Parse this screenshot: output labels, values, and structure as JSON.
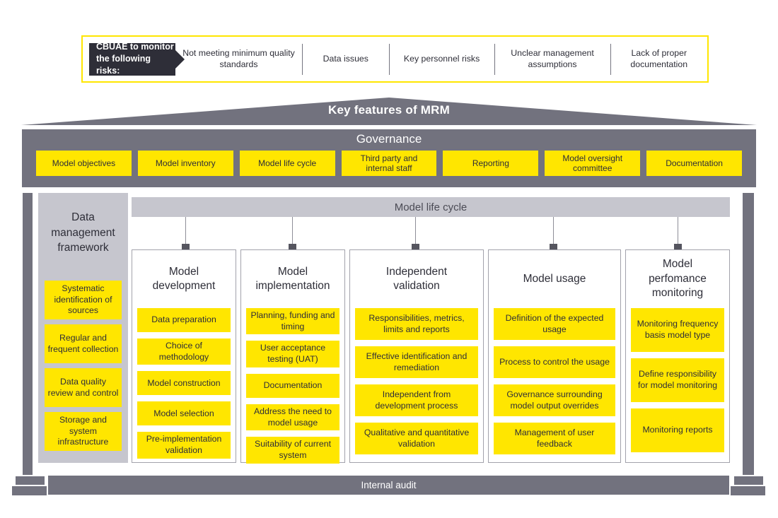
{
  "banner": {
    "label_line1": "CBUAE to monitor",
    "label_line2": "the following risks:",
    "risks": [
      "Not meeting minimum quality standards",
      "Data issues",
      "Key personnel risks",
      "Unclear management assumptions",
      "Lack of proper documentation"
    ]
  },
  "roof": {
    "title": "Key features of MRM"
  },
  "governance": {
    "title": "Governance",
    "items": [
      "Model objectives",
      "Model inventory",
      "Model life cycle",
      "Third party and internal staff",
      "Reporting",
      "Model oversight committee",
      "Documentation"
    ]
  },
  "data_management": {
    "title": "Data management framework",
    "items": [
      "Systematic identification of sources",
      "Regular and frequent collection",
      "Data quality review and control",
      "Storage and system infrastructure"
    ]
  },
  "lifecycle": {
    "title": "Model life cycle",
    "columns": [
      {
        "title": "Model development",
        "items": [
          "Data preparation",
          "Choice of methodology",
          "Model construction",
          "Model selection",
          "Pre-implementation validation"
        ]
      },
      {
        "title": "Model implementation",
        "items": [
          "Planning, funding and timing",
          "User acceptance testing (UAT)",
          "Documentation",
          "Address the need to model usage",
          "Suitability of current system"
        ]
      },
      {
        "title": "Independent validation",
        "items": [
          "Responsibilities, metrics, limits and reports",
          "Effective identification and remediation",
          "Independent from development process",
          "Qualitative and quantitative validation"
        ]
      },
      {
        "title": "Model usage",
        "items": [
          "Definition of the expected usage",
          "Process to control the usage",
          "Governance surrounding model output overrides",
          "Management of user feedback"
        ]
      },
      {
        "title": "Model perfomance monitoring",
        "items": [
          "Monitoring frequency basis model type",
          "Define responsibility for model monitoring",
          "Monitoring reports"
        ]
      }
    ]
  },
  "footer": {
    "title": "Internal audit"
  },
  "colors": {
    "yellow": "#ffe600",
    "dark_gray": "#72727e",
    "light_gray": "#c6c6ce",
    "navy": "#2e2e38"
  }
}
